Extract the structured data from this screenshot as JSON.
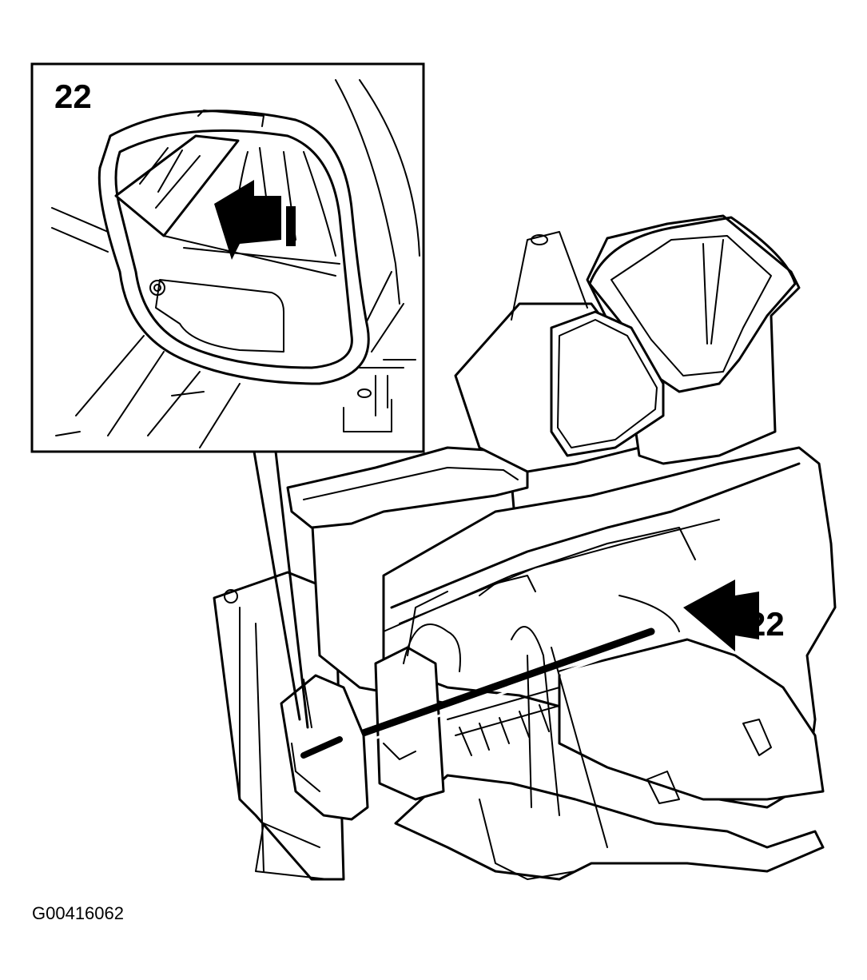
{
  "callouts": {
    "detail_label": "22",
    "main_label": "22"
  },
  "figure_id": "G00416062",
  "colors": {
    "ink": "#000000",
    "background": "#ffffff"
  }
}
